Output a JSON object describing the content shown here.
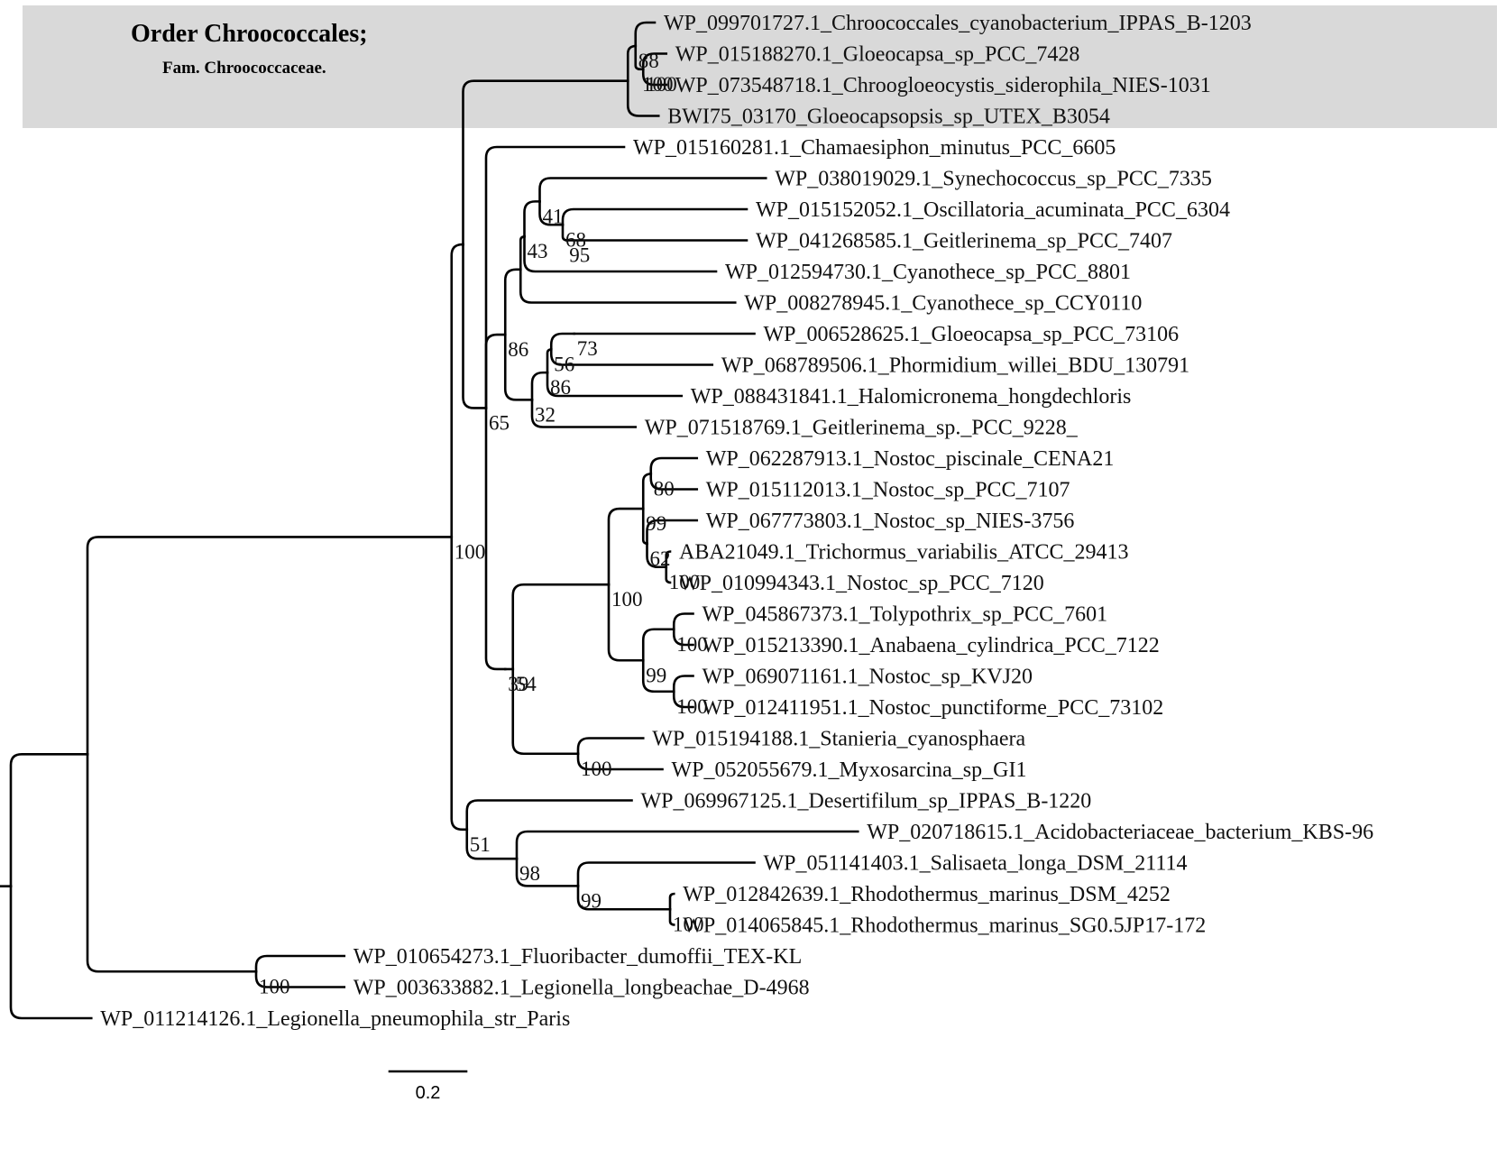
{
  "highlight": {
    "title": "Order Chroococcales;",
    "subtitle": "Fam. Chroococcaceae.",
    "color": "#d9d9d9"
  },
  "scale_bar": {
    "label": "0.2",
    "length": 0.2
  },
  "tree": {
    "id": "root",
    "length": 0,
    "children": [
      {
        "id": "n_main",
        "length": 0.2,
        "children": [
          {
            "id": "n100a",
            "length": 0.95,
            "support": "100",
            "children": [
              {
                "id": "n_upper",
                "length": 0.03,
                "children": [
                  {
                    "id": "n_chroo",
                    "length": 0.43,
                    "children": [
                      {
                        "id": "n88",
                        "length": 0.02,
                        "support": "88",
                        "children": [
                          {
                            "label": "WP_099701727.1_Chroococcales_cyanobacterium_IPPAS_B-1203",
                            "length": 0.05
                          },
                          {
                            "id": "n100b",
                            "length": 0.01,
                            "support": "100",
                            "children": [
                              {
                                "id": "n100c",
                                "length": 0.01,
                                "support": "100",
                                "children": [
                                  {
                                    "label": "WP_015188270.1_Gloeocapsa_sp_PCC_7428",
                                    "length": 0.06
                                  },
                                  {
                                    "label": "WP_073548718.1_Chroogloeocystis_siderophila_NIES-1031",
                                    "length": 0.06
                                  }
                                ]
                              }
                            ]
                          }
                        ]
                      },
                      {
                        "label": "BWI75_03170_Gloeocapsopsis_sp_UTEX_B3054",
                        "length": 0.08
                      }
                    ]
                  },
                  {
                    "id": "n65",
                    "length": 0.06,
                    "support": "65",
                    "children": [
                      {
                        "label": "WP_015160281.1_Chamaesiphon_minutus_PCC_6605",
                        "length": 0.36
                      },
                      {
                        "id": "n86a",
                        "length": 0.05,
                        "support": "86",
                        "children": [
                          {
                            "id": "n_sub1",
                            "length": 0.04,
                            "children": [
                              {
                                "id": "n43",
                                "length": 0.01,
                                "support": "43",
                                "children": [
                                  {
                                    "id": "n41",
                                    "length": 0.04,
                                    "support": "41",
                                    "children": [
                                      {
                                        "label": "WP_038019029.1_Synechococcus_sp_PCC_7335",
                                        "length": 0.59
                                      },
                                      {
                                        "id": "n68",
                                        "length": 0.06,
                                        "support": "68",
                                        "children": [
                                          {
                                            "label": "WP_015152052.1_Oscillatoria_acuminata_PCC_6304",
                                            "length": 0.48
                                          },
                                          {
                                            "id": "n95",
                                            "length": 0.01,
                                            "support": "95",
                                            "children": [
                                              {
                                                "label": "WP_041268585.1_Geitlerinema_sp_PCC_7407",
                                                "length": 0.47
                                              }
                                            ]
                                          }
                                        ]
                                      }
                                    ]
                                  },
                                  {
                                    "label": "WP_012594730.1_Cyanothece_sp_PCC_8801",
                                    "length": 0.5
                                  }
                                ]
                              },
                              {
                                "label": "WP_008278945.1_Cyanothece_sp_CCY0110",
                                "length": 0.56
                              }
                            ]
                          },
                          {
                            "id": "n32",
                            "length": 0.07,
                            "support": "32",
                            "children": [
                              {
                                "id": "n86b",
                                "length": 0.04,
                                "support": "86",
                                "children": [
                                  {
                                    "id": "n56",
                                    "length": 0.01,
                                    "support": "56",
                                    "children": [
                                      {
                                        "id": "n73",
                                        "length": 0.06,
                                        "support": "73",
                                        "children": [
                                          {
                                            "label": "WP_006528625.1_Gloeocapsa_sp_PCC_73106",
                                            "length": 0.47
                                          }
                                        ]
                                      },
                                      {
                                        "label": "WP_068789506.1_Phormidium_willei_BDU_130791",
                                        "length": 0.42
                                      }
                                    ]
                                  },
                                  {
                                    "label": "WP_088431841.1_Halomicronema_hongdechloris",
                                    "length": 0.35
                                  }
                                ]
                              },
                              {
                                "label": "WP_071518769.1_Geitlerinema_sp._PCC_9228_",
                                "length": 0.27
                              }
                            ]
                          }
                        ]
                      },
                      {
                        "id": "n39",
                        "length": 0.05,
                        "support": "39",
                        "children": [
                          {
                            "id": "n54",
                            "length": 0.02,
                            "support": "54",
                            "children": [
                              {
                                "id": "n100d",
                                "length": 0.25,
                                "support": "100",
                                "children": [
                                  {
                                    "id": "n99a",
                                    "length": 0.09,
                                    "support": "99",
                                    "children": [
                                      {
                                        "id": "n80",
                                        "length": 0.02,
                                        "support": "80",
                                        "children": [
                                          {
                                            "label": "WP_062287913.1_Nostoc_piscinale_CENA21",
                                            "length": 0.12
                                          },
                                          {
                                            "label": "WP_015112013.1_Nostoc_sp_PCC_7107",
                                            "length": 0.12
                                          }
                                        ]
                                      },
                                      {
                                        "id": "n62",
                                        "length": 0.01,
                                        "support": "62",
                                        "children": [
                                          {
                                            "label": "WP_067773803.1_Nostoc_sp_NIES-3756",
                                            "length": 0.13
                                          },
                                          {
                                            "id": "n100e",
                                            "length": 0.05,
                                            "support": "100",
                                            "children": [
                                              {
                                                "label": "ABA21049.1_Trichormus_variabilis_ATCC_29413",
                                                "length": 0.01
                                              },
                                              {
                                                "label": "WP_010994343.1_Nostoc_sp_PCC_7120",
                                                "length": 0.01
                                              }
                                            ]
                                          }
                                        ]
                                      }
                                    ]
                                  },
                                  {
                                    "id": "n99b",
                                    "length": 0.09,
                                    "support": "99",
                                    "children": [
                                      {
                                        "id": "n100f",
                                        "length": 0.08,
                                        "support": "100",
                                        "children": [
                                          {
                                            "label": "WP_045867373.1_Tolypothrix_sp_PCC_7601",
                                            "length": 0.05
                                          },
                                          {
                                            "label": "WP_015213390.1_Anabaena_cylindrica_PCC_7122",
                                            "length": 0.05
                                          }
                                        ]
                                      },
                                      {
                                        "id": "n100g",
                                        "length": 0.08,
                                        "support": "100",
                                        "children": [
                                          {
                                            "label": "WP_069071161.1_Nostoc_sp_KVJ20",
                                            "length": 0.05
                                          },
                                          {
                                            "label": "WP_012411951.1_Nostoc_punctiforme_PCC_73102",
                                            "length": 0.05
                                          }
                                        ]
                                      }
                                    ]
                                  }
                                ]
                              },
                              {
                                "id": "n100h",
                                "length": 0.17,
                                "support": "100",
                                "children": [
                                  {
                                    "label": "WP_015194188.1_Stanieria_cyanosphaera",
                                    "length": 0.17
                                  },
                                  {
                                    "label": "WP_052055679.1_Myxosarcina_sp_GI1",
                                    "length": 0.22
                                  }
                                ]
                              }
                            ]
                          }
                        ]
                      }
                    ]
                  }
                ]
              },
              {
                "id": "n51",
                "length": 0.04,
                "support": "51",
                "children": [
                  {
                    "label": "WP_069967125.1_Desertifilum_sp_IPPAS_B-1220",
                    "length": 0.43
                  },
                  {
                    "id": "n98",
                    "length": 0.13,
                    "support": "98",
                    "children": [
                      {
                        "label": "WP_020718615.1_Acidobacteriaceae_bacterium_KBS-96",
                        "length": 0.89
                      },
                      {
                        "id": "n99c",
                        "length": 0.16,
                        "support": "99",
                        "children": [
                          {
                            "label": "WP_051141403.1_Salisaeta_longa_DSM_21114",
                            "length": 0.46
                          },
                          {
                            "id": "n100i",
                            "length": 0.24,
                            "support": "100",
                            "children": [
                              {
                                "label": "WP_012842639.1_Rhodothermus_marinus_DSM_4252",
                                "length": 0.01
                              },
                              {
                                "label": "WP_014065845.1_Rhodothermus_marinus_SG0.5JP17-172",
                                "length": 0.01
                              }
                            ]
                          }
                        ]
                      }
                    ]
                  }
                ]
              }
            ]
          },
          {
            "id": "n100j",
            "length": 0.44,
            "support": "100",
            "children": [
              {
                "label": "WP_010654273.1_Fluoribacter_dumoffii_TEX-KL",
                "length": 0.23
              },
              {
                "label": "WP_003633882.1_Legionella_longbeachae_D-4968",
                "length": 0.23
              }
            ]
          }
        ]
      },
      {
        "label": "WP_011214126.1_Legionella_pneumophila_str_Paris",
        "length": 0.21
      }
    ]
  }
}
